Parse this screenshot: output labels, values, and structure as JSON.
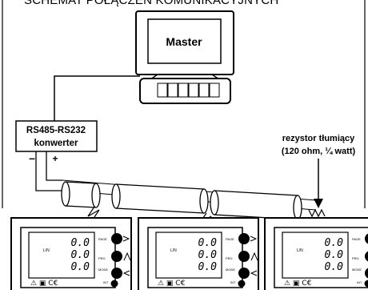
{
  "header": {
    "title": "SCHEMAT POŁĄCZEŃ KOMUNIKACYJNYCH"
  },
  "master": {
    "label": "Master"
  },
  "converter": {
    "line1": "RS485-RS232",
    "line2": "konwerter",
    "minus": "–",
    "plus": "+"
  },
  "resistor": {
    "line1": "rezystor tłumiący",
    "line2": "(120 ohm, ¼ watt)"
  },
  "meter": {
    "readings": [
      "0.0",
      "0.0",
      "0.0"
    ],
    "mode_label": "L/N",
    "btn_page": "PAGE",
    "btn_prg": "PRG",
    "btn_mode": "MODE",
    "btn_int": "INT",
    "marks": "⚠ ▣ C€"
  },
  "meter_count": 3
}
